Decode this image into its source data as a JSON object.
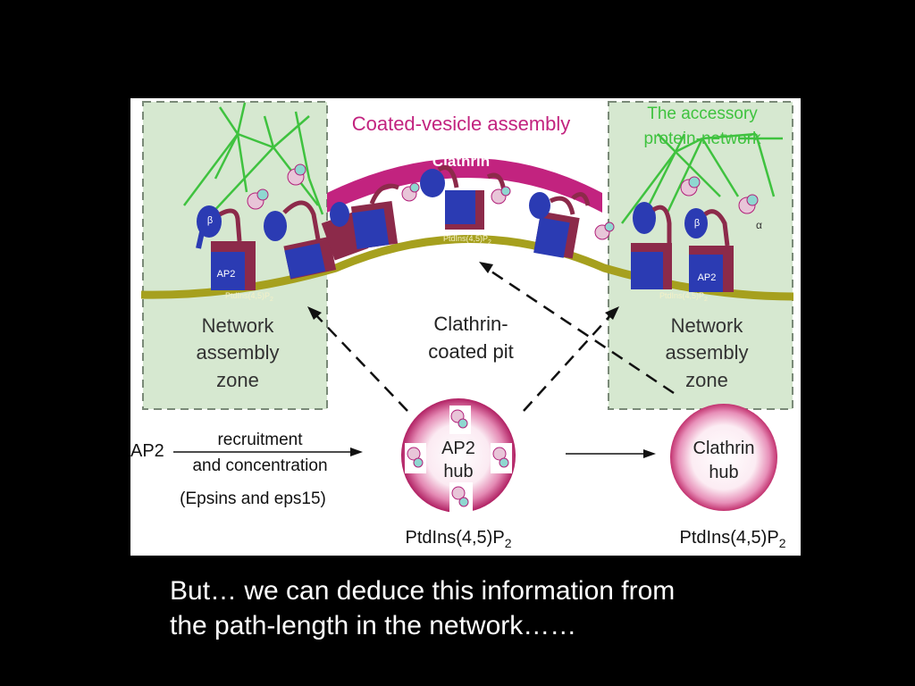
{
  "diagram": {
    "title": "Coated-vesicle assembly",
    "clathrin_label": "Clathrin",
    "accessory": [
      "The accessory",
      "protein-network"
    ],
    "pip2_small": "PtdIns(4,5)P",
    "pip2_sub": "2",
    "beta": "β",
    "alpha": "α",
    "ap2_small": "AP2",
    "zone_label": [
      "Network",
      "assembly",
      "zone"
    ],
    "pit_label": [
      "Clathrin-",
      "coated pit"
    ],
    "ap2_prefix": "AP2",
    "recruitment": "recruitment",
    "concentration": "and concentration",
    "epsins": "(Epsins and eps15)",
    "ap2_hub": [
      "AP2",
      "hub"
    ],
    "clathrin_hub": [
      "Clathrin",
      "hub"
    ],
    "pip2_main": "PtdIns(4,5)P",
    "colors": {
      "magenta": "#c2237f",
      "green_line": "#3fc23f",
      "membrane": "#a6a01e",
      "blue": "#2b3bb3",
      "maroon": "#8c2a4a",
      "zone_fill": "#d6e8d0"
    }
  },
  "caption": {
    "line1": "But… we can deduce this information from",
    "line2": "the path-length in the network……"
  }
}
